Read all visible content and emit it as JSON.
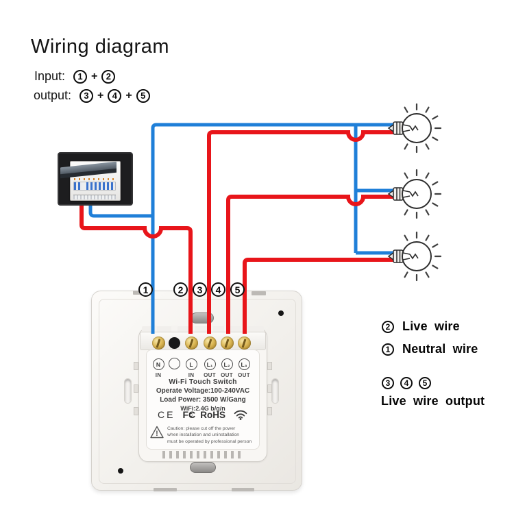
{
  "title": "Wiring diagram",
  "io": {
    "input_label": "Input:",
    "output_label": "output:",
    "plus": "+",
    "input_nums": [
      "1",
      "2"
    ],
    "output_nums": [
      "3",
      "4",
      "5"
    ]
  },
  "markers": [
    "1",
    "2",
    "3",
    "4",
    "5"
  ],
  "terminals": [
    {
      "circle": "N",
      "sub": "IN"
    },
    {
      "circle": "",
      "sub": ""
    },
    {
      "circle": "L",
      "sub": "IN"
    },
    {
      "circle": "L₁",
      "sub": "OUT"
    },
    {
      "circle": "L₂",
      "sub": "OUT"
    },
    {
      "circle": "L₃",
      "sub": "OUT"
    }
  ],
  "switch_label": {
    "line1": "Wi-Fi Touch Switch",
    "line2": "Operate Voltage:100-240VAC",
    "line3": "Load Power: 3500 W/Gang",
    "line4": "WiFi:2.4G b/g/n",
    "ce": "CE",
    "fcc": "FC",
    "fcc_inner": "C",
    "rohs": "RoHS",
    "warning_mark": "!",
    "caution_lines": [
      "Caution: please cut off the power",
      "when installation and uninstallation",
      "must be operated by professional person"
    ]
  },
  "legend": {
    "live_num": "2",
    "live_label": "Live wire",
    "neutral_num": "1",
    "neutral_label": "Neutral wire",
    "output_nums": [
      "3",
      "4",
      "5"
    ],
    "output_label": "Live wire output"
  },
  "colors": {
    "live_wire": "#e8151a",
    "neutral_wire": "#1f7fd8"
  },
  "icons": [
    "light-bulb-icon",
    "wifi-signal-icon",
    "warning-triangle-icon",
    "ce-mark",
    "fcc-mark",
    "rohs-mark"
  ]
}
